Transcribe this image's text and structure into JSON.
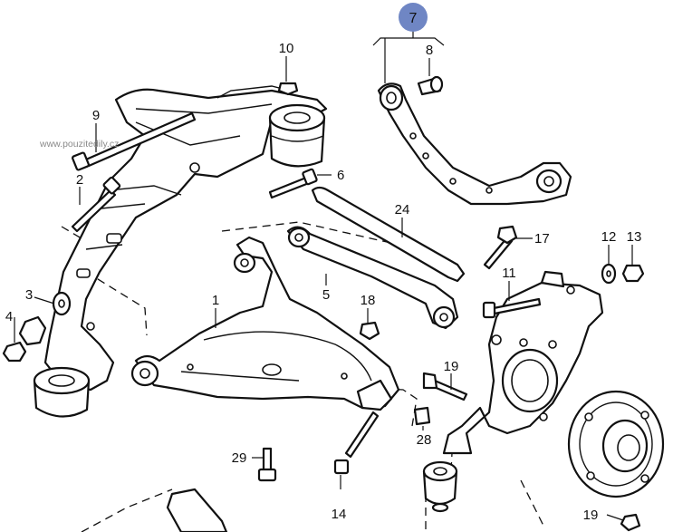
{
  "watermark": "www.pouzitedily.cz",
  "highlight_color": "#6f86c4",
  "callouts": {
    "c7": "7",
    "c8": "8",
    "c10": "10",
    "c9": "9",
    "c6": "6",
    "c2": "2",
    "c24": "24",
    "c17": "17",
    "c12": "12",
    "c13": "13",
    "c3": "3",
    "c4": "4",
    "c1": "1",
    "c5": "5",
    "c11": "11",
    "c18": "18",
    "c19a": "19",
    "c28": "28",
    "c29": "29",
    "c14": "14",
    "c19b": "19"
  }
}
